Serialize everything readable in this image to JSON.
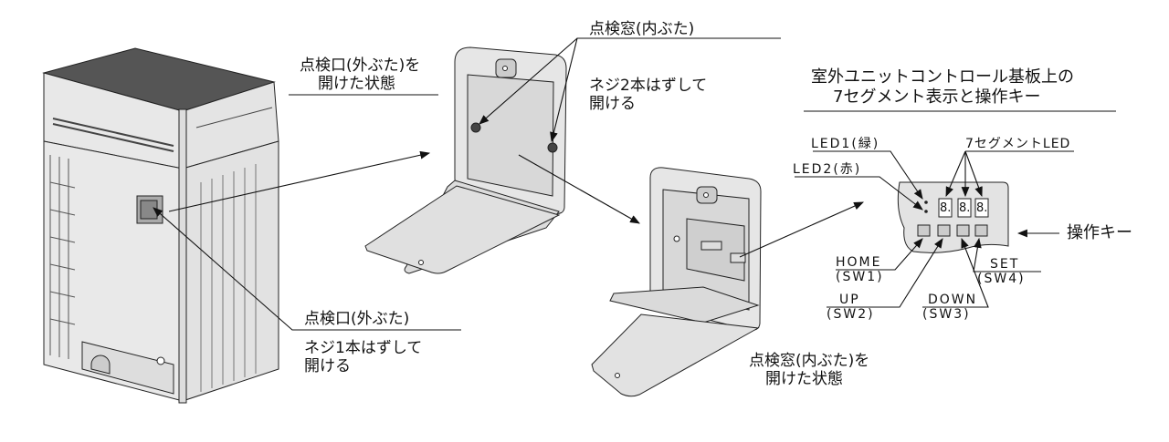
{
  "figure": {
    "labels": {
      "outer_open_state": [
        "点検口(外ぶた)を",
        "開けた状態"
      ],
      "inner_cover": {
        "title": "点検窓(内ぶた)",
        "instruction": [
          "ネジ2本はずして",
          "開ける"
        ]
      },
      "outer_cover": {
        "title": "点検口(外ぶた)",
        "instruction": [
          "ネジ1本はずして",
          "開ける"
        ]
      },
      "inner_open_state": [
        "点検窓(内ぶた)を",
        "開けた状態"
      ],
      "board_heading": [
        "室外ユニットコントロール基板上の",
        "7セグメント表示と操作キー"
      ],
      "led1": "LED1(緑)",
      "led2": "LED2(赤)",
      "seven_segment": "7セグメントLED",
      "operation_keys": "操作キー",
      "sw1": {
        "name": "HOME",
        "id": "(SW1)"
      },
      "sw2": {
        "name": "UP",
        "id": "(SW2)"
      },
      "sw3": {
        "name": "DOWN",
        "id": "(SW3)"
      },
      "sw4": {
        "name": "SET",
        "id": "(SW4)"
      }
    },
    "segment_digits": [
      "8.",
      "8.",
      "8."
    ],
    "colors": {
      "panel_fill": "#e3e3e3",
      "line": "#111111",
      "cover_fill": "#dcdcdc"
    }
  }
}
